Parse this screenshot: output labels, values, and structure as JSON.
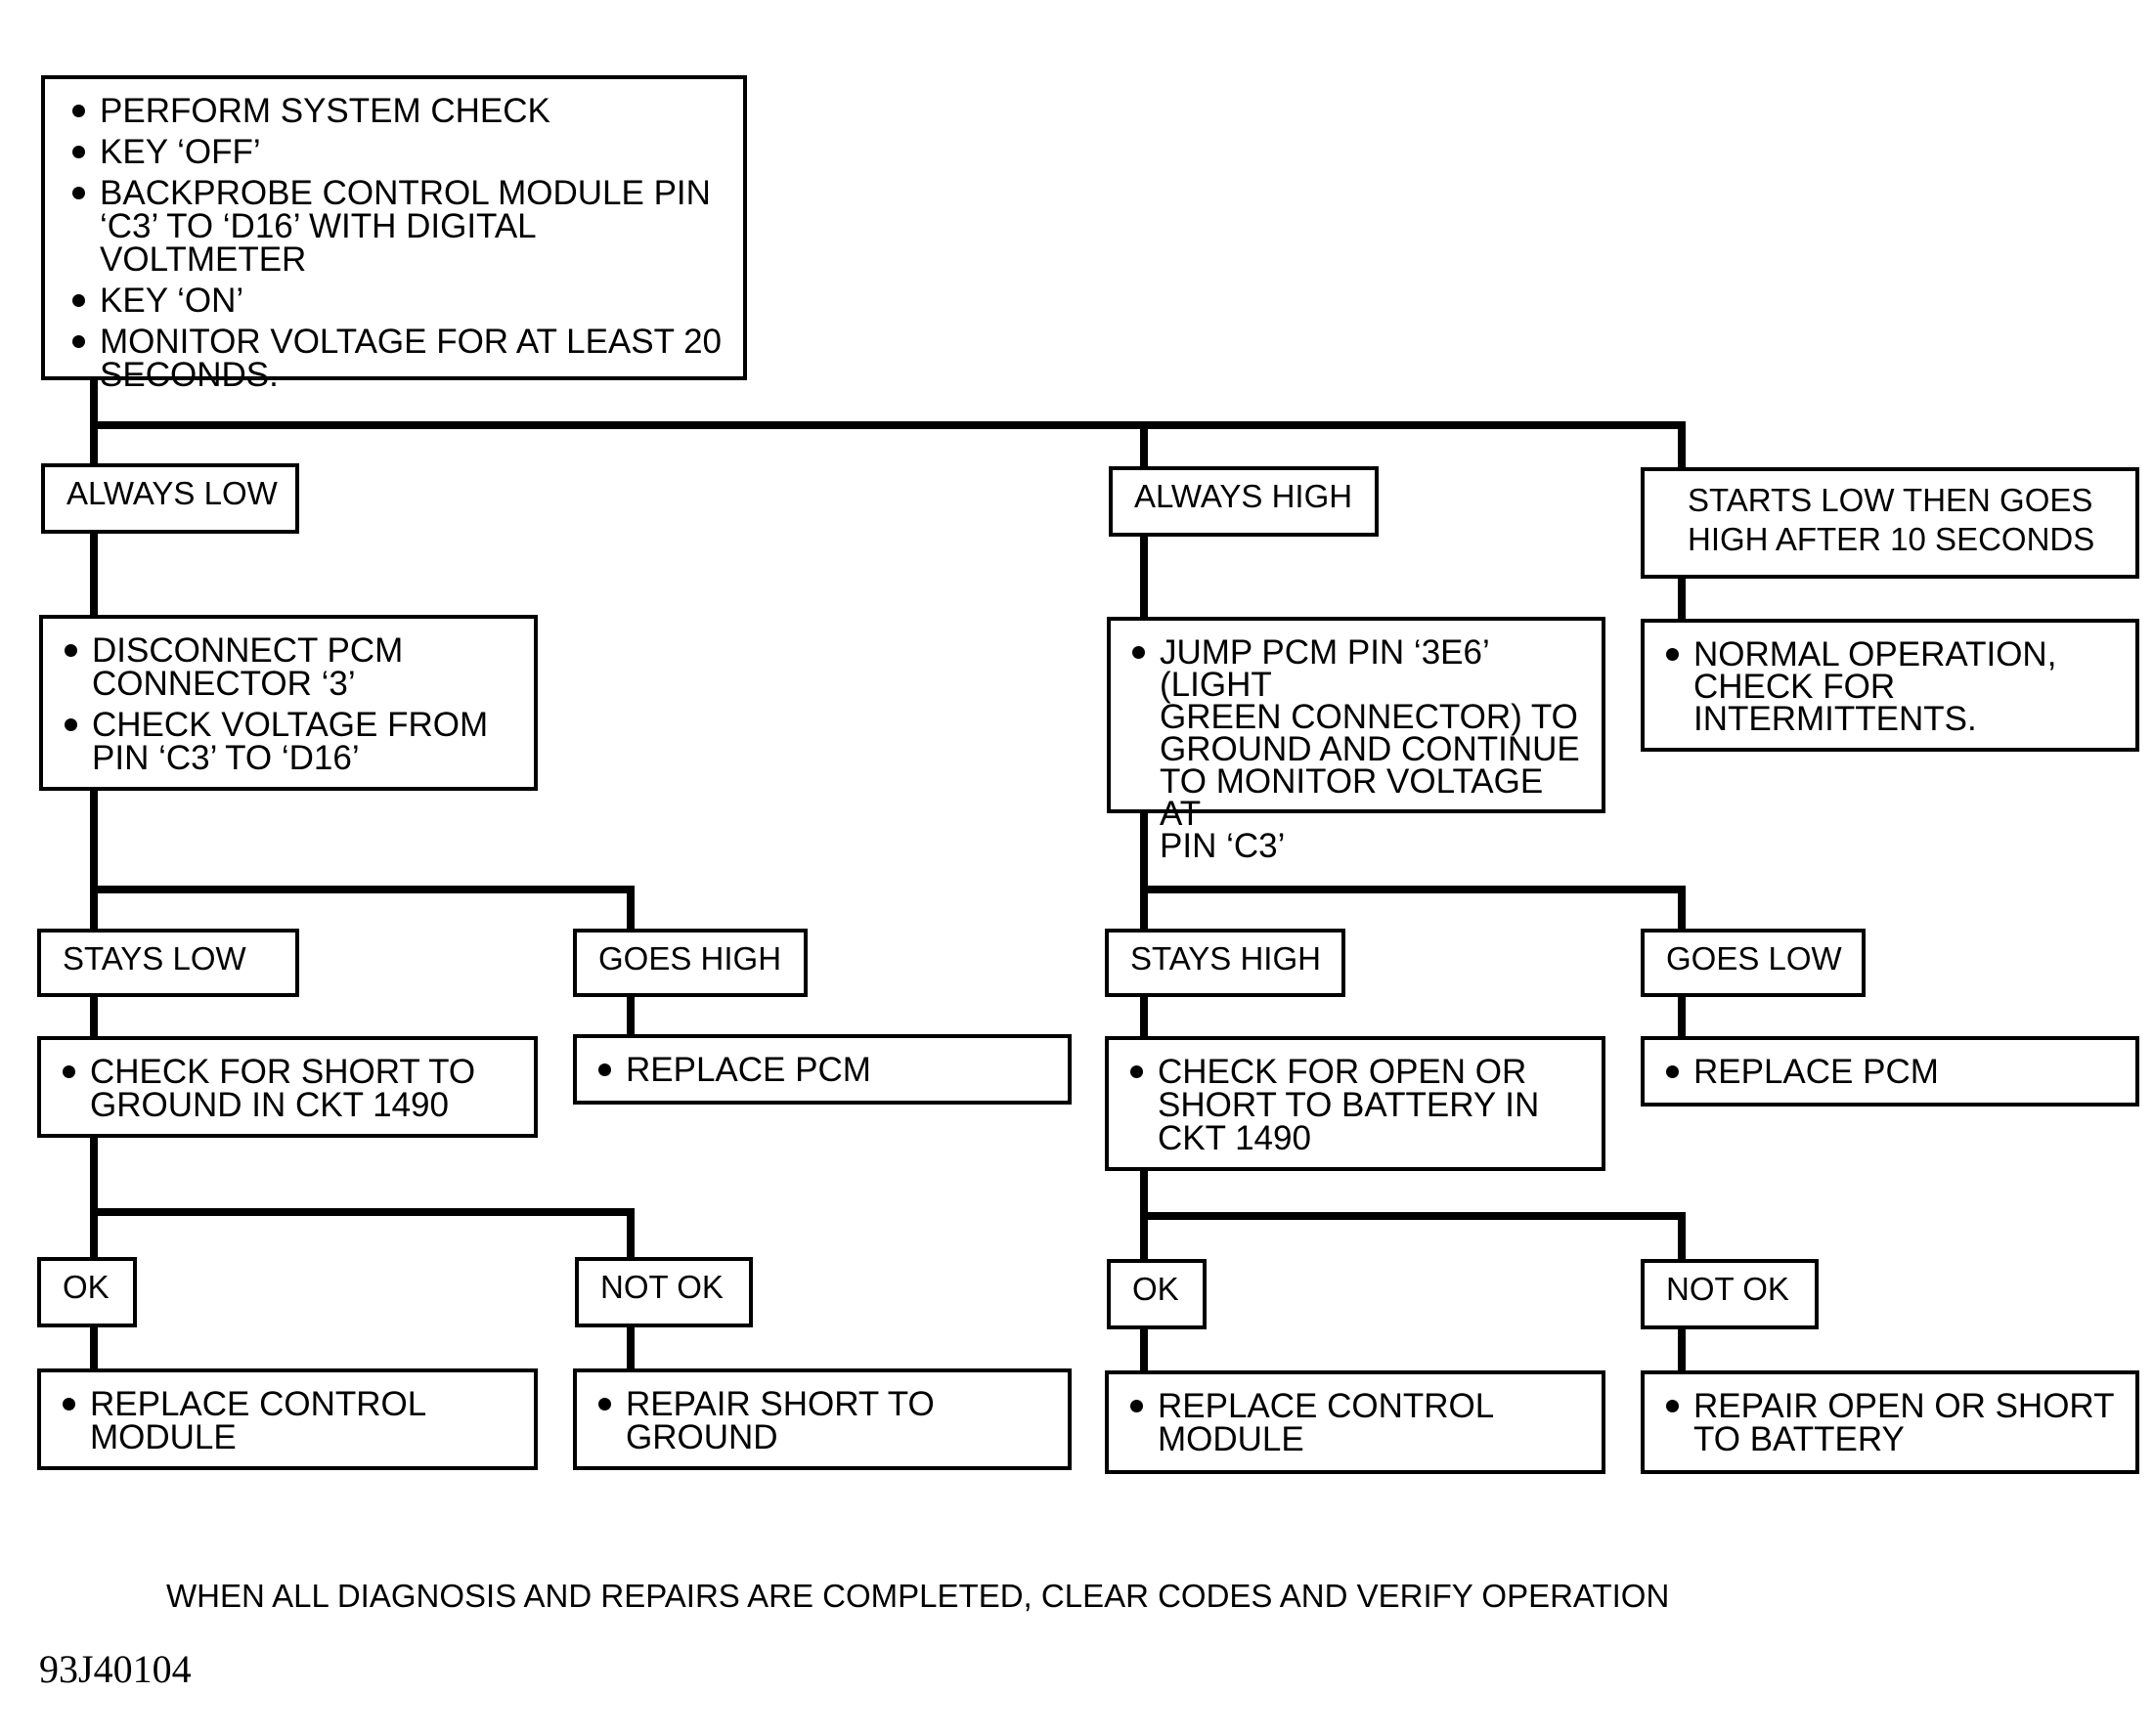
{
  "start": {
    "bullets": [
      "PERFORM SYSTEM CHECK",
      "KEY ‘OFF’",
      "BACKPROBE CONTROL MODULE PIN\n‘C3’ TO ‘D16’ WITH DIGITAL VOLTMETER",
      "KEY ‘ON’",
      "MONITOR VOLTAGE FOR AT LEAST 20\nSECONDS."
    ]
  },
  "always_low": {
    "label": "ALWAYS LOW",
    "step": [
      "DISCONNECT PCM\nCONNECTOR ‘3’",
      "CHECK VOLTAGE FROM\nPIN ‘C3’ TO ‘D16’"
    ],
    "stays_low": {
      "label": "STAYS LOW",
      "step": [
        "CHECK FOR SHORT TO\nGROUND IN CKT 1490"
      ],
      "ok": {
        "label": "OK",
        "step": [
          "REPLACE CONTROL\nMODULE"
        ]
      },
      "not_ok": {
        "label": "NOT OK",
        "step": [
          "REPAIR SHORT TO\nGROUND"
        ]
      }
    },
    "goes_high": {
      "label": "GOES HIGH",
      "step": [
        "REPLACE PCM"
      ]
    }
  },
  "always_high": {
    "label": "ALWAYS HIGH",
    "step": [
      "JUMP PCM PIN ‘3E6’ (LIGHT\nGREEN CONNECTOR) TO\nGROUND AND CONTINUE\nTO MONITOR VOLTAGE AT\nPIN ‘C3’"
    ],
    "stays_high": {
      "label": "STAYS HIGH",
      "step": [
        "CHECK FOR OPEN OR\nSHORT TO BATTERY IN\nCKT 1490"
      ],
      "ok": {
        "label": "OK",
        "step": [
          "REPLACE CONTROL\nMODULE"
        ]
      },
      "not_ok": {
        "label": "NOT OK",
        "step": [
          "REPAIR OPEN OR SHORT\nTO BATTERY"
        ]
      }
    },
    "goes_low": {
      "label": "GOES LOW",
      "step": [
        "REPLACE PCM"
      ]
    }
  },
  "starts_low": {
    "label": "STARTS LOW THEN GOES\nHIGH AFTER 10 SECONDS",
    "step": [
      "NORMAL OPERATION,\nCHECK FOR\nINTERMITTENTS."
    ]
  },
  "footnote": "WHEN ALL DIAGNOSIS AND REPAIRS ARE COMPLETED, CLEAR CODES AND VERIFY OPERATION",
  "figure_id": "93J40104"
}
